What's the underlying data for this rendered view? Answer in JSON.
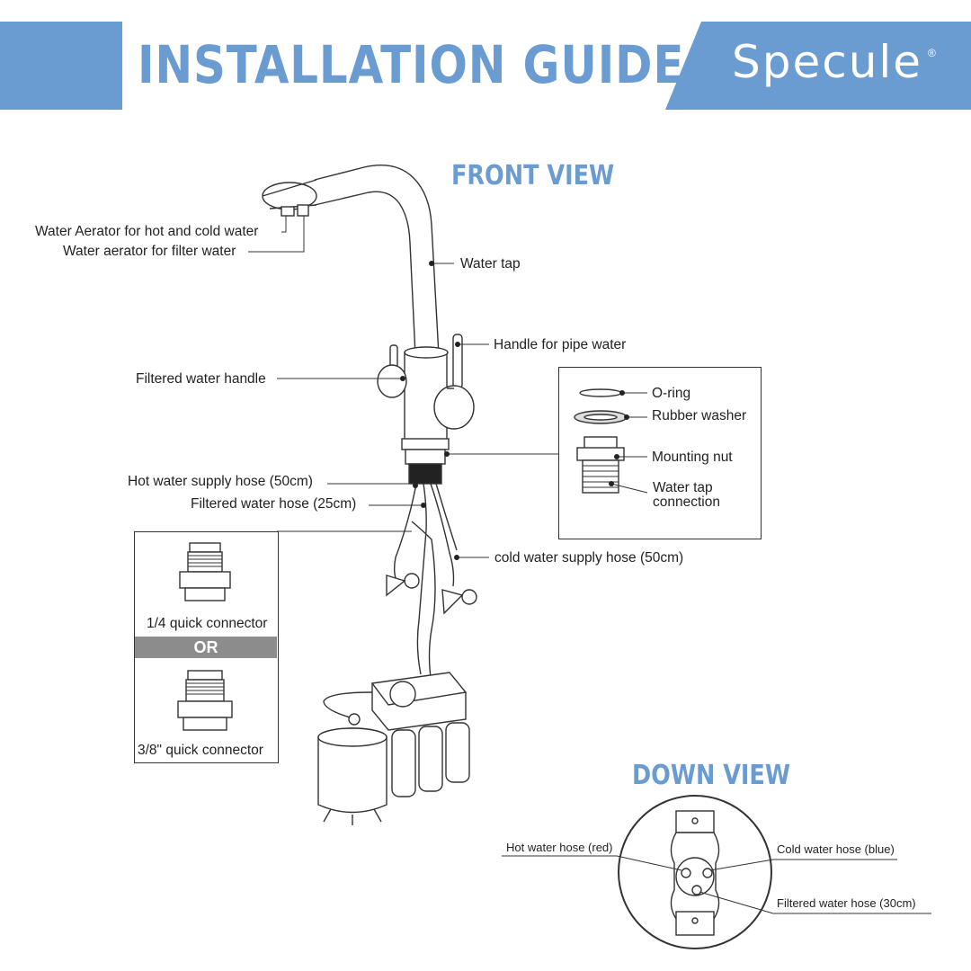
{
  "header": {
    "title": "INSTALLATION GUIDE",
    "brand": "Specule",
    "brand_mark": "®",
    "accent_color": "#6a9bd1"
  },
  "front_view": {
    "title": "FRONT VIEW",
    "labels": {
      "aerator_hot_cold": "Water Aerator  for hot and cold water",
      "aerator_filter": "Water aerator for filter water",
      "water_tap": "Water tap",
      "handle_pipe": "Handle for pipe water",
      "filtered_handle": "Filtered water handle",
      "hot_hose": "Hot water supply hose (50cm)",
      "filtered_hose": "Filtered water hose (25cm)",
      "cold_hose": "cold water supply hose (50cm)"
    }
  },
  "parts_box": {
    "oring": "O-ring",
    "rubber_washer": "Rubber washer",
    "mounting_nut": "Mounting nut",
    "tap_connection_1": "Water tap",
    "tap_connection_2": "connection"
  },
  "connector_box": {
    "quarter": "1/4 quick connector",
    "or": "OR",
    "three_eighths": "3/8\" quick connector"
  },
  "down_view": {
    "title": "DOWN VIEW",
    "hot": "Hot water hose (red)",
    "cold": "Cold water hose (blue)",
    "filtered": "Filtered water hose (30cm)"
  }
}
